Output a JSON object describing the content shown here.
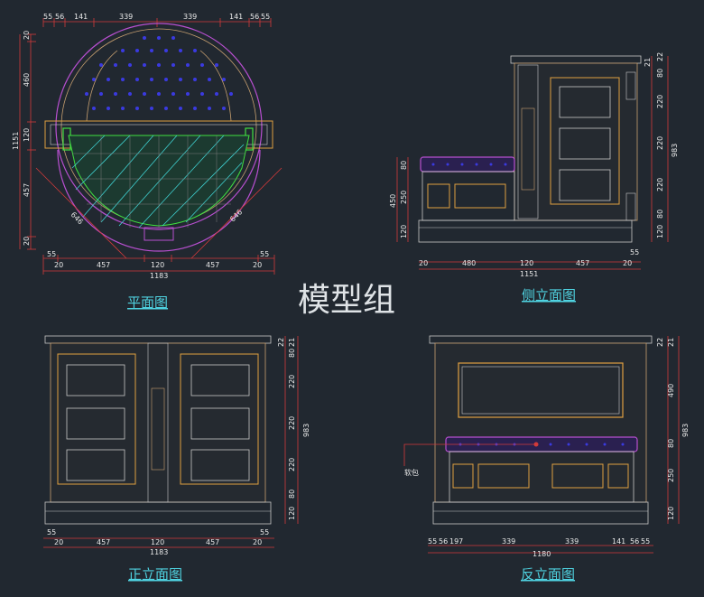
{
  "watermark": "模型组",
  "views": {
    "plan": {
      "title": "平面图",
      "top_dims": [
        "55",
        "56",
        "141",
        "339",
        "339",
        "141",
        "56",
        "55"
      ],
      "left_dims": [
        "20",
        "460",
        "120",
        "457",
        "20"
      ],
      "left_total": "1151",
      "bottom_dims": [
        "20",
        "457",
        "120",
        "457",
        "20"
      ],
      "bottom_total": "1183",
      "edge_dims": [
        "55",
        "55"
      ],
      "diag_dims": [
        "646",
        "646"
      ]
    },
    "side": {
      "title": "侧立面图",
      "left_dims": [
        "80",
        "250",
        "450",
        "120"
      ],
      "right_dims": [
        "21",
        "22",
        "80",
        "220",
        "220",
        "220",
        "80",
        "120"
      ],
      "right_total": "983",
      "bottom_dims": [
        "20",
        "480",
        "120",
        "457",
        "20"
      ],
      "bottom_total": "1151",
      "edge_dims": [
        "55"
      ]
    },
    "front": {
      "title": "正立面图",
      "right_dims": [
        "22",
        "21",
        "80",
        "220",
        "220",
        "220",
        "80",
        "120"
      ],
      "right_total": "983",
      "bottom_dims": [
        "20",
        "457",
        "120",
        "457",
        "20"
      ],
      "bottom_total": "1183",
      "edge_dims": [
        "55",
        "55"
      ]
    },
    "back": {
      "title": "反立面图",
      "right_dims": [
        "22",
        "21",
        "490",
        "80",
        "250",
        "120"
      ],
      "right_total": "983",
      "bottom_dims": [
        "55",
        "56",
        "197",
        "339",
        "339",
        "141",
        "56",
        "55"
      ],
      "bottom_total": "1180",
      "leader_label": "软包"
    }
  }
}
